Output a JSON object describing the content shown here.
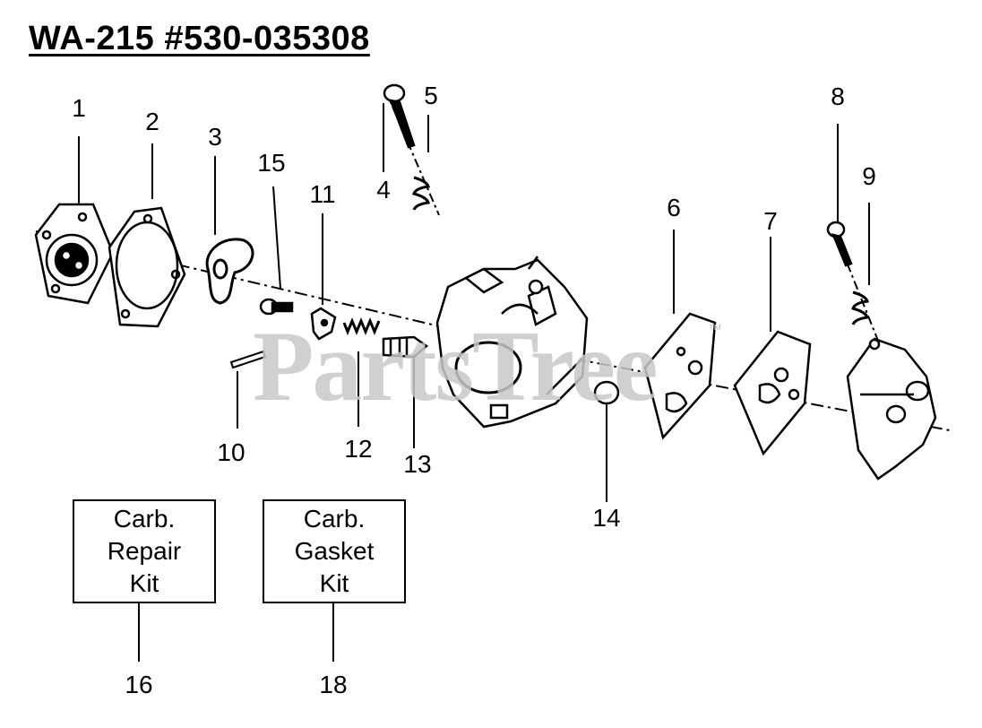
{
  "title": "WA-215 #530-035308",
  "watermark": {
    "text": "PartsTree",
    "trademark": "™"
  },
  "callouts": [
    "1",
    "2",
    "3",
    "4",
    "5",
    "6",
    "7",
    "8",
    "9",
    "10",
    "11",
    "12",
    "13",
    "14",
    "15"
  ],
  "kits": [
    {
      "number": "16",
      "lines": [
        "Carb.",
        "Repair",
        "Kit"
      ]
    },
    {
      "number": "18",
      "lines": [
        "Carb.",
        "Gasket",
        "Kit"
      ]
    }
  ],
  "colors": {
    "ink": "#000000",
    "watermark": "#c8c8c8",
    "background": "#ffffff"
  }
}
